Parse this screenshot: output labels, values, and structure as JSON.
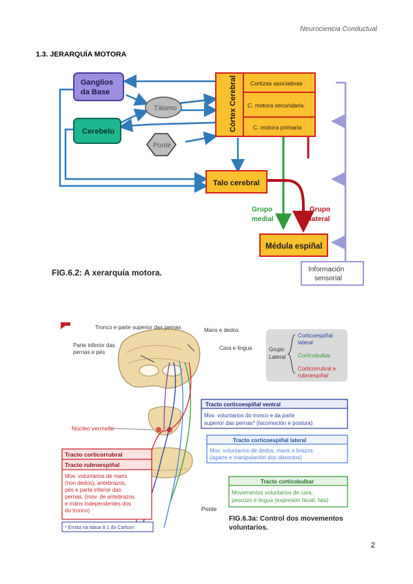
{
  "header": {
    "running_title": "Neurociencia Conductual"
  },
  "section": {
    "heading": "1.3. JERARQUÍA MOTORA"
  },
  "figure1": {
    "ganglios": "Ganglios",
    "ganglios2": "da Base",
    "cerebelo": "Cerebelo",
    "talamo": "Tálamo",
    "ponte": "Ponte",
    "cortex_cerebral": "Córtex Cerebral",
    "cortizas": "Cortizas asociativas",
    "c_secundaria": "C. motora secundaria",
    "c_primaria": "C. motora primaria",
    "talo": "Talo cerebral",
    "grupo_medial_1": "Grupo",
    "grupo_medial_2": "medial",
    "grupo_lateral_1": "Grupo",
    "grupo_lateral_2": "lateral",
    "medula": "Médula espiñal",
    "info_1": "Información",
    "info_2": "sensorial",
    "caption": "FIG.6.2: A xerarquía motora."
  },
  "figure2": {
    "tronco": "Tronco e parte superior das pernas",
    "mans": "Mans e dedos",
    "parte_inf_1": "Parte inferior das",
    "parte_inf_2": "pernas e pés",
    "cara": "Cara e lingua",
    "grupo": "Grupo",
    "lateral": "Lateral",
    "leg_1a": "Corticoespiñal",
    "leg_1b": "lateral",
    "leg_2": "Corticobulbar",
    "leg_3a": "Corticorrubral e",
    "leg_3b": "rubroespiñal",
    "ventral_title": "Tracto corticoespiñal ventral",
    "ventral_1": "Mov. voluntarios do tronco e da parte",
    "ventral_2": "superior das pernas* (locomoción e postura)",
    "nucleo": "Núcleo vermello",
    "lat_title": "Tracto corticoespiñal lateral",
    "lat_1": "Mov. voluntarios de dedos, mans e brazos",
    "lat_2": "(agarre e manipulación dos obxectos)",
    "rub_title1": "Tracto corticorrubral",
    "rub_title2": "Tracto rubroespiñal",
    "rub_1": "Mov. voluntarios de mans",
    "rub_2": "(non dedos), antebrazos,",
    "rub_3": "pés e parte inferior das",
    "rub_4": "pernas. (mov. de antebrazos",
    "rub_5": "e máns independentes dos",
    "rub_6": "do tronco)",
    "bulbar_title": "Tracto corticobulbar",
    "bulbar_1": "Movementos voluntarios de cara,",
    "bulbar_2": "pescozo e lingua (expresión facial, fala)",
    "ponte": "Ponte",
    "caption_1": "FIG.6.3a: Control dos movementos",
    "caption_2": "voluntarios.",
    "errata": "* Errata na taboa 8.1 do Carlson"
  },
  "page": {
    "number": "2"
  }
}
